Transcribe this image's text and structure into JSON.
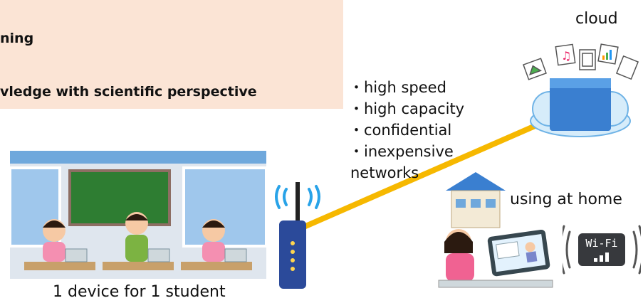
{
  "banner": {
    "line1": "ning",
    "line2": "vledge with scientific perspective"
  },
  "labels": {
    "cloud": "cloud",
    "home": "using at home",
    "classroom": "1 device for 1 student"
  },
  "features": [
    "・high speed",
    "・high capacity",
    "・confidential",
    "・inexpensive"
  ],
  "features_tail": "networks",
  "wifi_badge": "Wi-Fi",
  "colors": {
    "banner_bg": "#fbe4d5",
    "link_line": "#f6b800",
    "router_body": "#2b4a9a",
    "cloud_fill": "#d6ecfa",
    "box_blue": "#3a7fd0",
    "board_green": "#2e7d32"
  }
}
